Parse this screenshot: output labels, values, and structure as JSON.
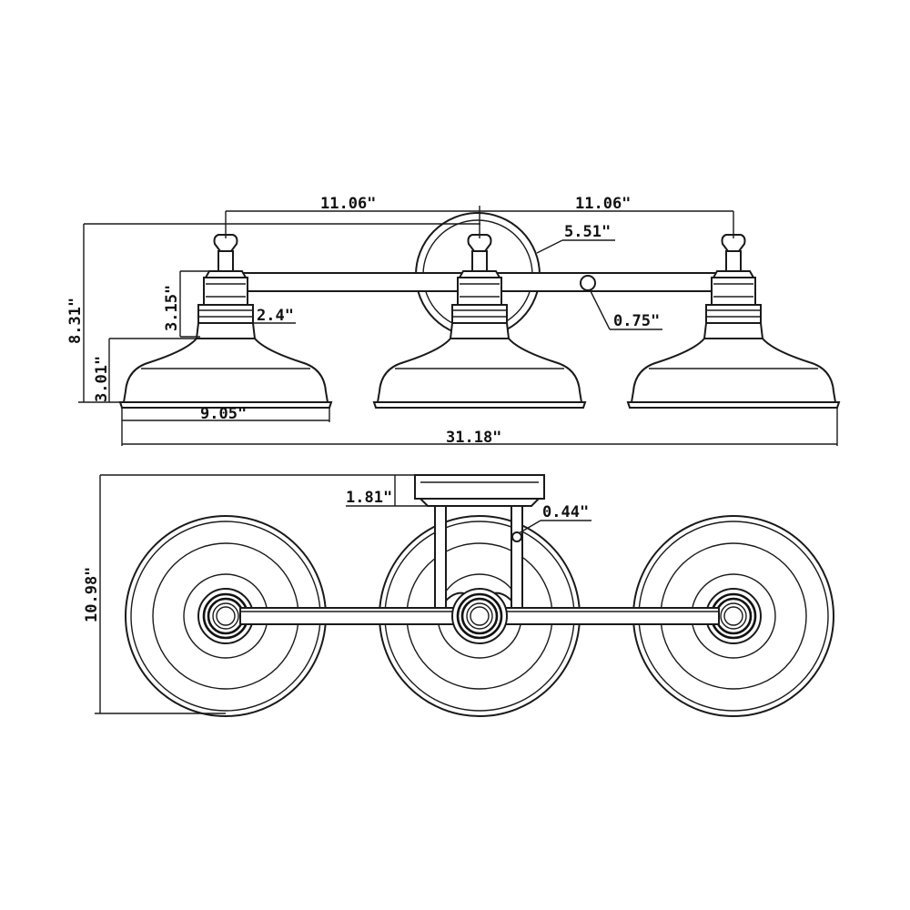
{
  "dimensions": {
    "top_spacing_left": "11.06\"",
    "top_spacing_right": "11.06\"",
    "backplate_diameter": "5.51\"",
    "overall_height": "8.31\"",
    "neck_height": "3.15\"",
    "neck_width": "2.4\"",
    "arm_diameter": "0.75\"",
    "shade_height": "3.01\"",
    "shade_width": "9.05\"",
    "overall_width": "31.18\"",
    "backplate_depth": "1.81\"",
    "rod_diameter": "0.44\"",
    "overall_depth": "10.98\""
  },
  "colors": {
    "line": "#1a1a1a",
    "background": "#ffffff"
  }
}
